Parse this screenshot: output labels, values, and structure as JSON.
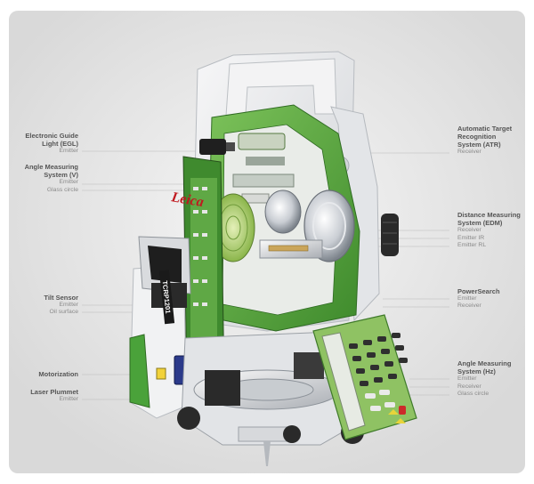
{
  "brand": {
    "logo": "Leica",
    "model": "TCRP1201",
    "colors": {
      "green": "#5aa83c",
      "dark_green": "#2f6b22",
      "housing": "#e9eaec",
      "keypad": "#8fc263"
    }
  },
  "callouts": {
    "egl": {
      "title_lines": [
        "Electronic Guide",
        "Light (EGL)"
      ],
      "subs": [
        "Emitter"
      ]
    },
    "angle_v": {
      "title_lines": [
        "Angle Measuring",
        "System (V)"
      ],
      "subs": [
        "Emitter",
        "Glass circle"
      ]
    },
    "tilt": {
      "title_lines": [
        "Tilt Sensor"
      ],
      "subs": [
        "Emitter",
        "Oil surface"
      ]
    },
    "motor": {
      "title_lines": [
        "Motorization"
      ],
      "subs": []
    },
    "plummet": {
      "title_lines": [
        "Laser Plummet"
      ],
      "subs": [
        "Emitter"
      ]
    },
    "atr": {
      "title_lines": [
        "Automatic Target",
        "Recognition",
        "System (ATR)"
      ],
      "subs": [
        "Receiver"
      ]
    },
    "edm": {
      "title_lines": [
        "Distance Measuring",
        "System (EDM)"
      ],
      "subs": [
        "Receiver",
        "Emitter IR",
        "Emitter RL"
      ]
    },
    "powersearch": {
      "title_lines": [
        "PowerSearch"
      ],
      "subs": [
        "Emitter",
        "Receiver"
      ]
    },
    "angle_hz": {
      "title_lines": [
        "Angle Measuring",
        "System (Hz)"
      ],
      "subs": [
        "Emitter",
        "Receiver",
        "Glass circle"
      ]
    }
  }
}
